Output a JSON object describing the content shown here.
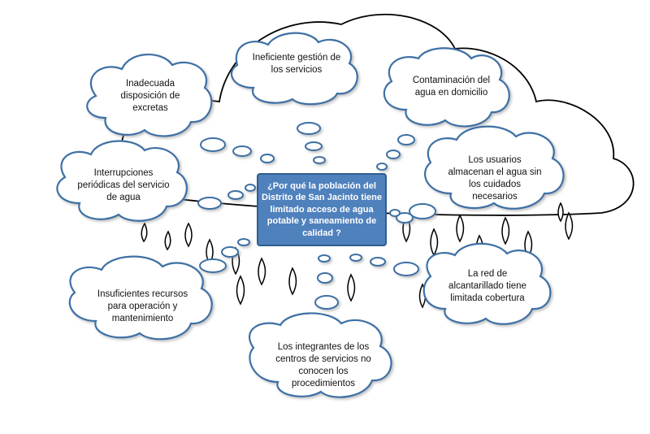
{
  "question": "¿Por qué la población del Distrito de San Jacinto tiene limitado acceso de agua potable y saneamiento de calidad ?",
  "causes": {
    "excretas": "Inadecuada disposición de excretas",
    "gestion": "Ineficiente gestión de los servicios",
    "contaminacion": "Contaminación del agua en domicilio",
    "interrupciones": "Interrupciones periódicas del servicio de agua",
    "almacenan": "Los usuarios almacenan el agua sin los cuidados necesarios",
    "recursos": "Insuficientes recursos para operación y mantenimiento",
    "alcantarillado": "La red de alcantarillado tiene limitada cobertura",
    "integrantes": "Los integrantes de los centros de servicios no conocen los procedimientos"
  },
  "colors": {
    "cloud_fill": "#ffffff",
    "cloud_stroke": "#3d6fa5",
    "storm_stroke": "#000000",
    "center_fill": "#4f81bd"
  }
}
